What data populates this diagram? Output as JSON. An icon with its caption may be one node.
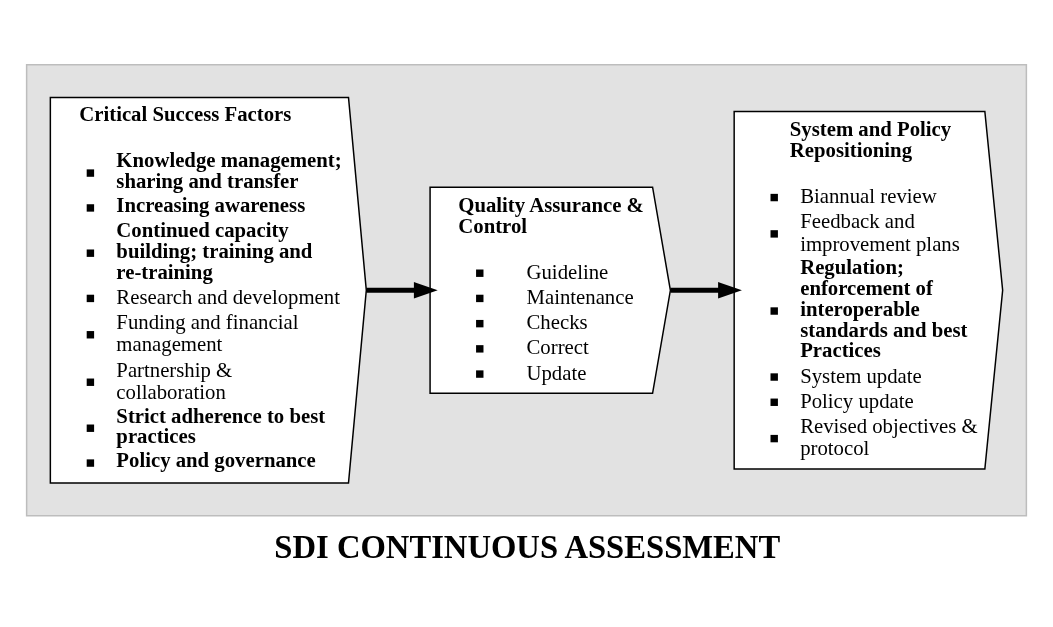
{
  "diagram": {
    "title": "SDI CONTINUOUS ASSESSMENT",
    "nodes": [
      {
        "text": [],
        "shape": "box"
      },
      {
        "text": [
          "Critical Success Factors",
          "Knowledge management; sharing and transfer",
          "Increasing awareness",
          "Continued capacity building; training and re-training",
          "Research and development",
          "Funding and financial management",
          "Partnership & collaboration",
          "Strict adherence to best practices",
          "Policy and governance"
        ],
        "in": 0
      },
      {
        "text": [
          "Quality Assurance & Control",
          "Guideline",
          "Maintenance",
          "Checks",
          "Correct",
          "Update"
        ],
        "in": 0
      },
      {
        "text": [
          "System and Policy Repositioning",
          "Biannual review",
          "Feedback and improvement plans",
          "Regulation; enforcement of interoperable standards and best Practices",
          "System update",
          "Policy update",
          "Revised objectives & protocol"
        ],
        "in": 0
      }
    ],
    "edges": [
      {
        "from": 1,
        "to": 2,
        "arrow": "to"
      },
      {
        "from": 2,
        "to": 3,
        "arrow": "to"
      }
    ]
  }
}
